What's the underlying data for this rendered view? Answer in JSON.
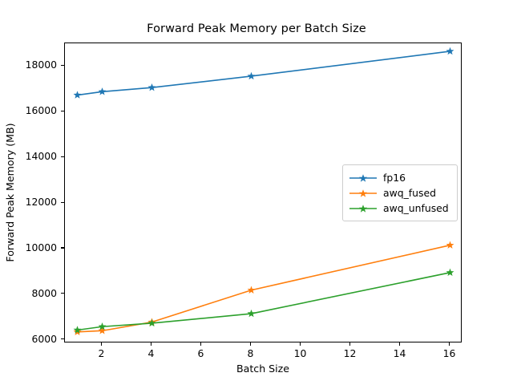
{
  "chart_data": {
    "type": "line",
    "title": "Forward Peak Memory per Batch Size",
    "xlabel": "Batch Size",
    "ylabel": "Forward Peak Memory (MB)",
    "x": [
      1,
      2,
      4,
      8,
      16
    ],
    "xlim": [
      0.5,
      16.5
    ],
    "ylim": [
      5850,
      19000
    ],
    "xticks": [
      2,
      4,
      6,
      8,
      10,
      12,
      14,
      16
    ],
    "xtick_labels": [
      "2",
      "4",
      "6",
      "8",
      "10",
      "12",
      "14",
      "16"
    ],
    "yticks": [
      6000,
      8000,
      10000,
      12000,
      14000,
      16000,
      18000
    ],
    "ytick_labels": [
      "6000",
      "8000",
      "10000",
      "12000",
      "14000",
      "16000",
      "18000"
    ],
    "grid": false,
    "legend_position": "center right",
    "marker": "star",
    "series": [
      {
        "name": "fp16",
        "color": "#1f77b4",
        "values": [
          16730,
          16880,
          17060,
          17560,
          18650
        ]
      },
      {
        "name": "awq_fused",
        "color": "#ff7f0e",
        "values": [
          6350,
          6400,
          6780,
          8180,
          10150
        ]
      },
      {
        "name": "awq_unfused",
        "color": "#2ca02c",
        "values": [
          6430,
          6580,
          6730,
          7150,
          8950
        ]
      }
    ]
  },
  "legend": {
    "entries": [
      {
        "label": "fp16"
      },
      {
        "label": "awq_fused"
      },
      {
        "label": "awq_unfused"
      }
    ]
  }
}
